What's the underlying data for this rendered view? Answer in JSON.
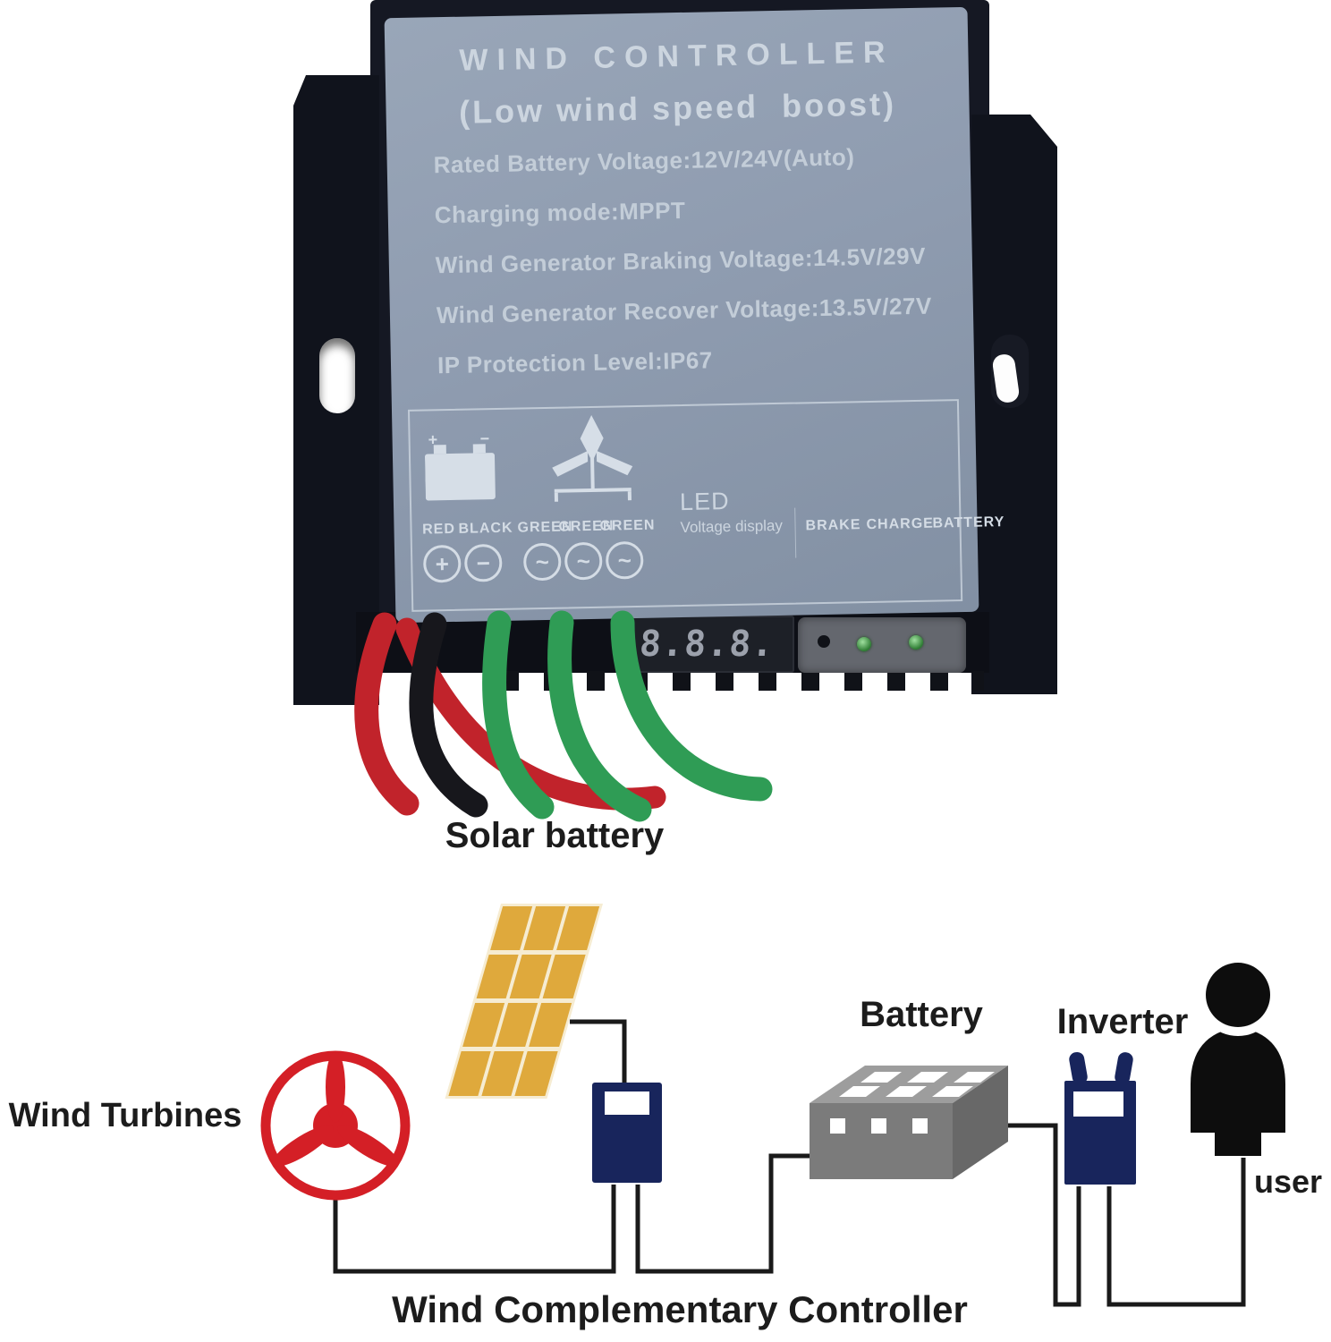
{
  "device": {
    "title": "WIND CONTROLLER",
    "subtitle": "(Low wind speed  boost)",
    "specs": [
      "Rated Battery Voltage:12V/24V(Auto)",
      "Charging mode:MPPT",
      "Wind Generator Braking Voltage:14.5V/29V",
      "Wind Generator Recover Voltage:13.5V/27V",
      "IP Protection Level:IP67"
    ],
    "legend": {
      "battery_plus": "+",
      "battery_minus": "−",
      "wire_labels_battery": [
        "RED",
        "BLACK"
      ],
      "screw_symbols_battery": [
        "+",
        "−"
      ],
      "wire_labels_turbine": [
        "GREEN",
        "GREEN",
        "GREEN"
      ],
      "screw_symbols_turbine": [
        "~",
        "~",
        "~"
      ],
      "led_title": "LED",
      "led_subtitle": "Voltage display",
      "status_labels": [
        "BRAKE",
        "CHARGE",
        "BATTERY"
      ]
    },
    "led_display": "8.8.8."
  },
  "diagram": {
    "solar_label": "Solar battery",
    "wind_label": "Wind Turbines",
    "battery_label": "Battery",
    "inverter_label": "Inverter",
    "user_label": "user",
    "caption": "Wind Complementary Controller"
  },
  "colors": {
    "label_panel": "#8f9cb0",
    "label_text": "#c9d3de",
    "device_dark": "#151823",
    "wire_red": "#c1232b",
    "wire_black": "#17171c",
    "wire_green": "#2f9c55",
    "turbine_red": "#d41f26",
    "solar_gold": "#dfa93c",
    "solar_gap": "#f6ecd2",
    "box_navy": "#18255c",
    "battery_top": "#9d9d9d",
    "battery_front": "#7b7b7b",
    "battery_side": "#686868",
    "line_black": "#1a1a1a",
    "user_black": "#0d0d0d",
    "led_green": "#3f9a43"
  }
}
